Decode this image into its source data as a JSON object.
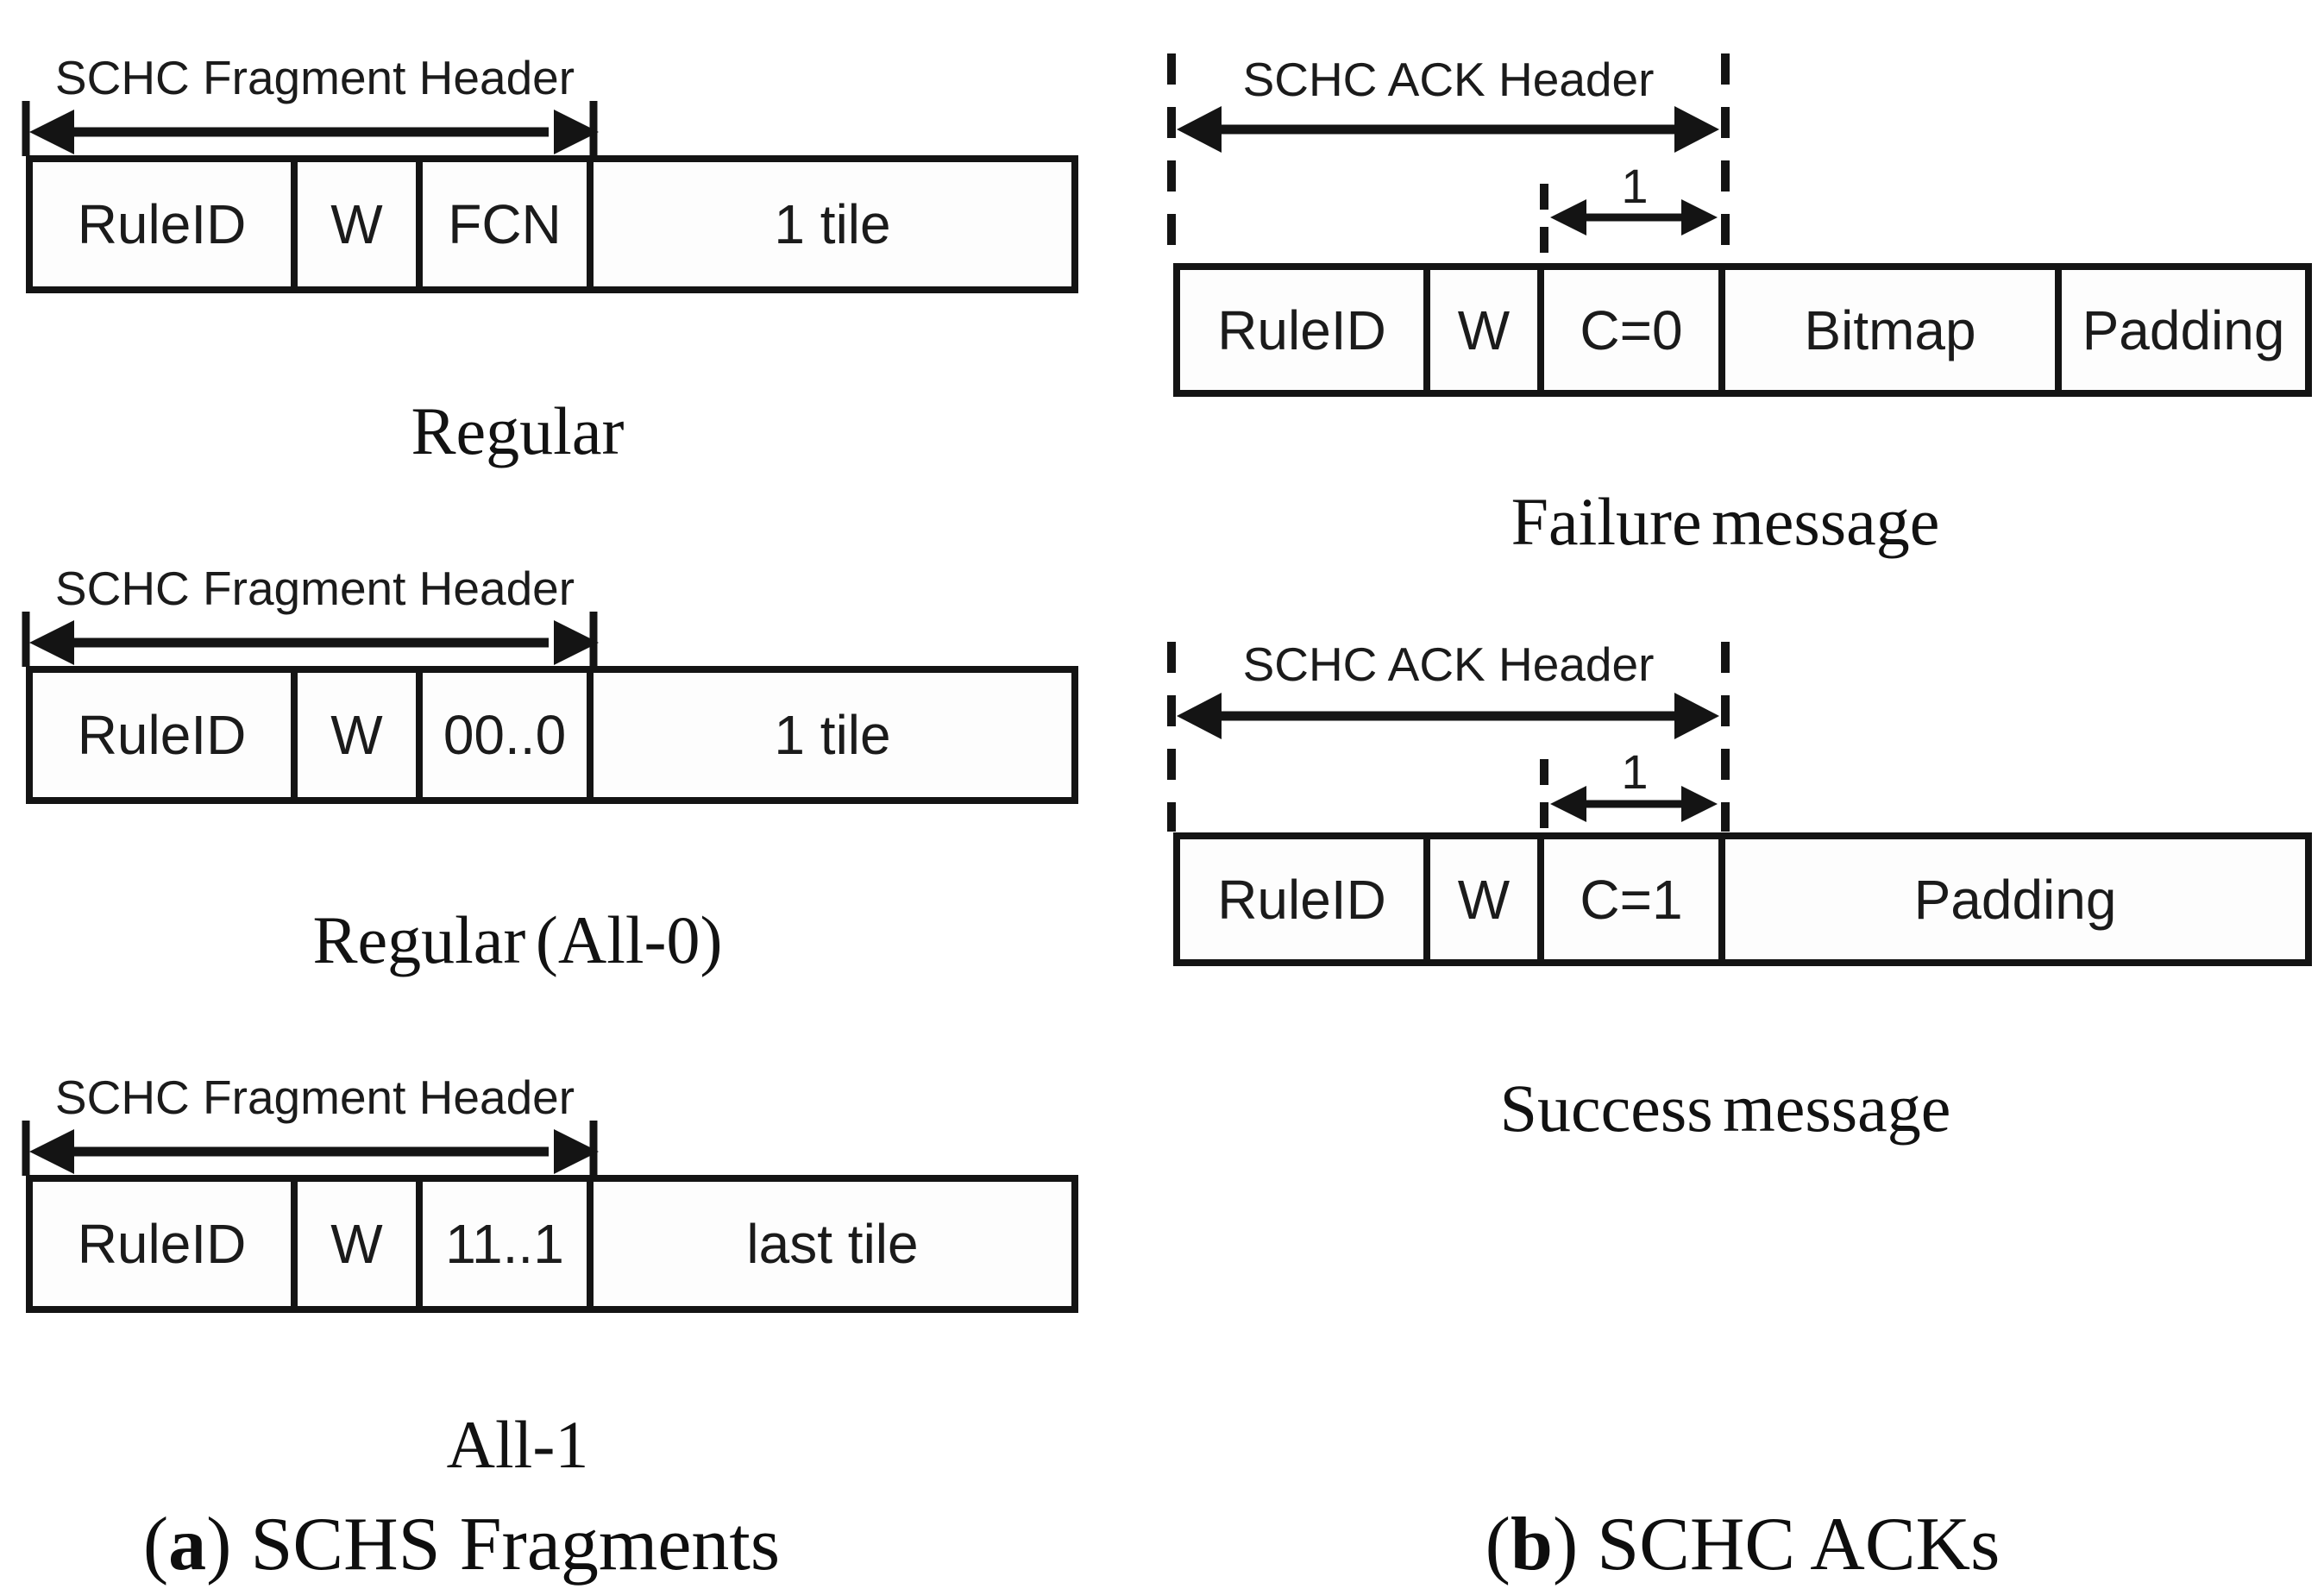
{
  "colors": {
    "ink": "#141414",
    "paper": "#ffffff"
  },
  "panel_a": {
    "caption": {
      "open": "(",
      "letter": "a",
      "rest": ") SCHS Fragments"
    },
    "diagrams": [
      {
        "header": "SCHC Fragment Header",
        "fields": [
          "RuleID",
          "W",
          "FCN",
          "1 tile"
        ],
        "label": "Regular"
      },
      {
        "header": "SCHC Fragment Header",
        "fields": [
          "RuleID",
          "W",
          "00..0",
          "1 tile"
        ],
        "label": "Regular (All-0)"
      },
      {
        "header": "SCHC Fragment Header",
        "fields": [
          "RuleID",
          "W",
          "11..1",
          "last tile"
        ],
        "label": "All-1"
      }
    ]
  },
  "panel_b": {
    "caption": {
      "open": "(",
      "letter": "b",
      "rest": ") SCHC ACKs"
    },
    "diagrams": [
      {
        "header": "SCHC ACK Header",
        "bit_width_label": "1",
        "fields": [
          "RuleID",
          "W",
          "C=0",
          "Bitmap",
          "Padding"
        ],
        "label": "Failure message"
      },
      {
        "header": "SCHC ACK Header",
        "bit_width_label": "1",
        "fields": [
          "RuleID",
          "W",
          "C=1",
          "Padding"
        ],
        "label": "Success message"
      }
    ]
  }
}
